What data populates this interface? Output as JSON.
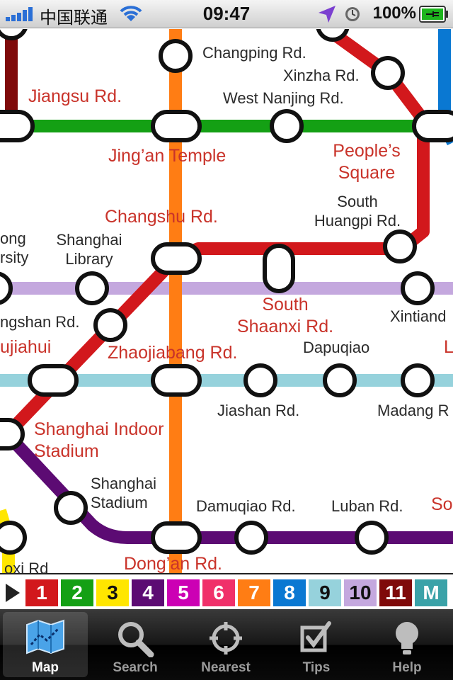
{
  "status_bar": {
    "carrier": "中国联通",
    "time": "09:47",
    "battery": "100%"
  },
  "colors": {
    "line_1": "#d2181c",
    "line_2": "#14a014",
    "line_3": "#ffe600",
    "line_4": "#5c0b73",
    "line_5": "#cc00b4",
    "line_6": "#f0306a",
    "line_7": "#ff7d14",
    "line_8": "#0a78d2",
    "line_9": "#96d2dc",
    "line_10": "#c4a8de",
    "line_11": "#7f0a0a",
    "maglev": "#3aa2a8",
    "station_label_interchange": "#c9332a"
  },
  "map": {
    "stations": {
      "changping_rd": "Changping Rd.",
      "xinzha_rd": "Xinzha Rd.",
      "west_nanjing_rd": "West Nanjing Rd.",
      "jiangsu_rd": "Jiangsu Rd.",
      "jingan_temple": "Jing’an Temple",
      "peoples_square_1": "People’s",
      "peoples_square_2": "Square",
      "south_huangpi_1": "South",
      "south_huangpi_2": "Huangpi Rd.",
      "changshu_rd": "Changshu Rd.",
      "ong_partial": "ong",
      "rsity_partial": "rsity",
      "shanghai_library_1": "Shanghai",
      "shanghai_library_2": "Library",
      "south_shaanxi_1": "South",
      "south_shaanxi_2": "Shaanxi Rd.",
      "xintiandi_partial": "Xintiand",
      "hengshan_partial": "ngshan Rd.",
      "xujiahui_partial": "ujiahui",
      "zhaojiabang_rd": "Zhaojiabang Rd.",
      "dapuqiao": "Dapuqiao",
      "l_partial": "L",
      "jiashan_rd": "Jiashan Rd.",
      "madang_partial": "Madang R",
      "indoor_stadium_1": "Shanghai Indoor",
      "indoor_stadium_2": "Stadium",
      "shanghai_stadium_1": "Shanghai",
      "shanghai_stadium_2": "Stadium",
      "damuqiao_rd": "Damuqiao Rd.",
      "luban_rd": "Luban Rd.",
      "so_partial": "So",
      "dongan_rd": "Dong’an Rd.",
      "oxi_partial": "oxi Rd"
    }
  },
  "line_bar": {
    "lines": [
      "1",
      "2",
      "3",
      "4",
      "5",
      "6",
      "7",
      "8",
      "9",
      "10",
      "11",
      "M"
    ]
  },
  "tab_bar": {
    "tabs": [
      {
        "label": "Map",
        "icon": "map-icon",
        "active": true
      },
      {
        "label": "Search",
        "icon": "search-icon",
        "active": false
      },
      {
        "label": "Nearest",
        "icon": "crosshair-icon",
        "active": false
      },
      {
        "label": "Tips",
        "icon": "checkbox-icon",
        "active": false
      },
      {
        "label": "Help",
        "icon": "lightbulb-icon",
        "active": false
      }
    ]
  }
}
